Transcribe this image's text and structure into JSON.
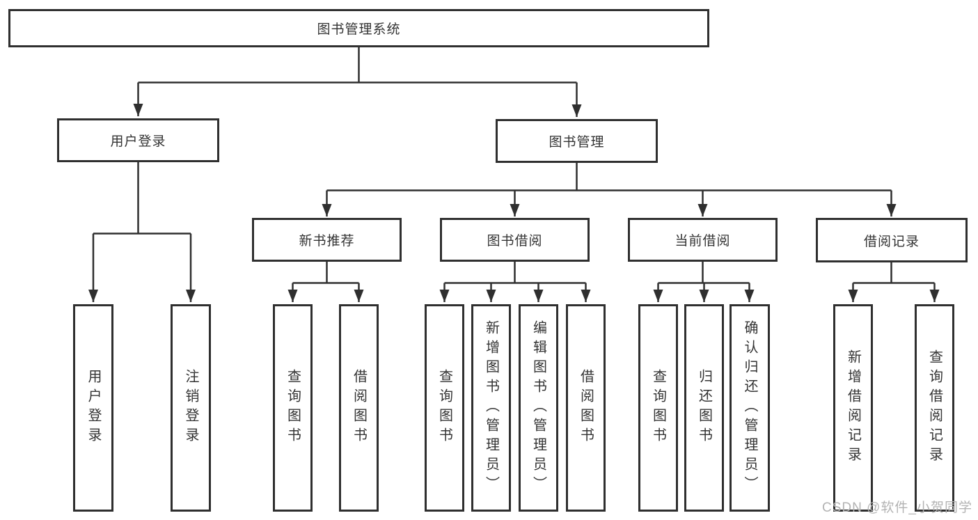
{
  "diagram": {
    "type": "hierarchy-tree",
    "colors": {
      "background": "#ffffff",
      "line": "#2f2f2f",
      "box_border": "#2f2f2f",
      "text": "#333333",
      "watermark_text": "#b3b3b3"
    },
    "tree": {
      "root": {
        "label": "图书管理系统"
      },
      "branches": [
        {
          "label": "用户登录",
          "children": [
            {
              "label": "用户登录"
            },
            {
              "label": "注销登录"
            }
          ]
        },
        {
          "label": "图书管理",
          "children": [
            {
              "label": "新书推荐",
              "children": [
                {
                  "label": "查询图书"
                },
                {
                  "label": "借阅图书"
                }
              ]
            },
            {
              "label": "图书借阅",
              "children": [
                {
                  "label": "查询图书"
                },
                {
                  "label": "新增图书（管理员）"
                },
                {
                  "label": "编辑图书（管理员）"
                },
                {
                  "label": "借阅图书"
                }
              ]
            },
            {
              "label": "当前借阅",
              "children": [
                {
                  "label": "查询图书"
                },
                {
                  "label": "归还图书"
                },
                {
                  "label": "确认归还（管理员）"
                }
              ]
            },
            {
              "label": "借阅记录",
              "children": [
                {
                  "label": "新增借阅记录"
                },
                {
                  "label": "查询借阅记录"
                }
              ]
            }
          ]
        }
      ]
    },
    "watermark": {
      "text": "CSDN @软件_小贺同学"
    }
  }
}
